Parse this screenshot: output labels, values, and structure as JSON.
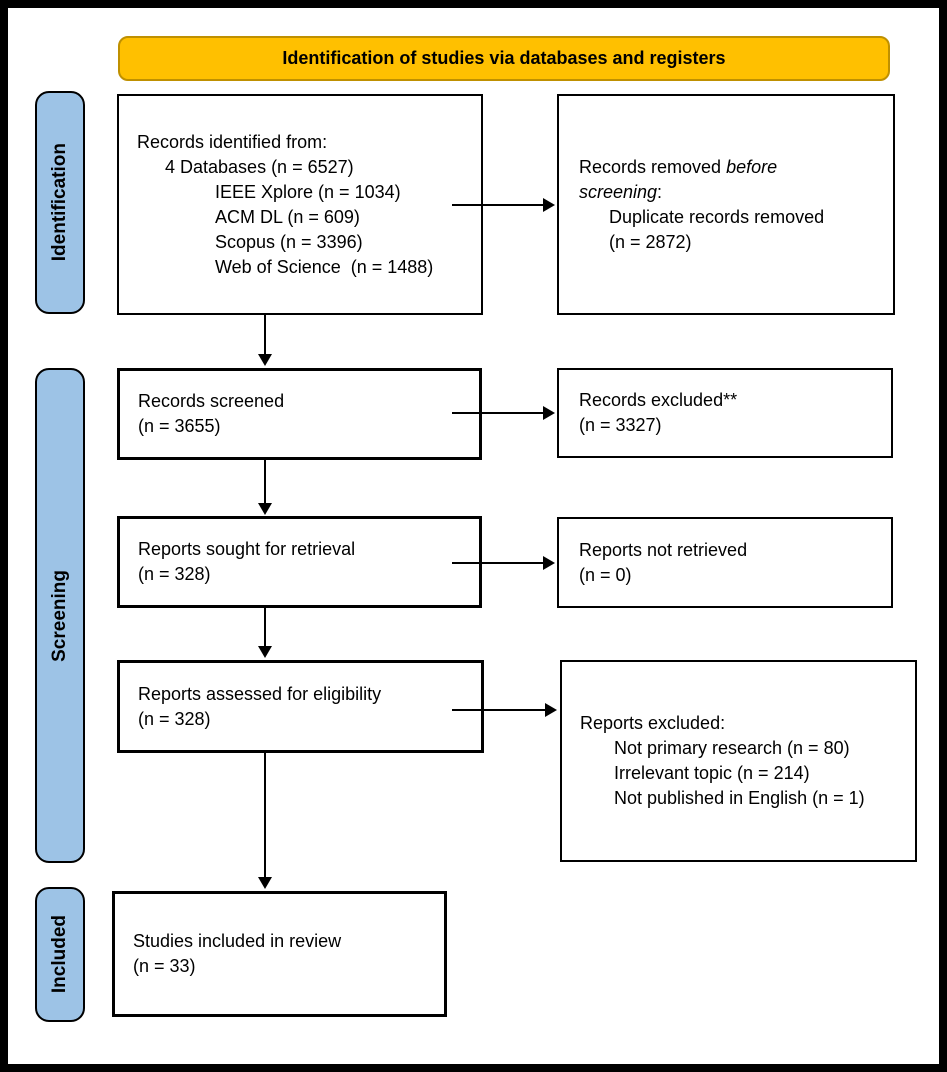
{
  "banner": {
    "label": "Identification of studies via databases and registers"
  },
  "stages": {
    "identification": "Identification",
    "screening": "Screening",
    "included": "Included"
  },
  "colors": {
    "banner_fill": "#FFC000",
    "banner_border": "#BF9000",
    "stage_fill": "#9DC3E6",
    "box_border": "#000000",
    "text": "#000000",
    "background": "#FFFFFF"
  },
  "boxes": {
    "records_identified": {
      "line1": "Records identified from:",
      "line2": "4 Databases (n = 6527)",
      "line3": "IEEE Xplore (n = 1034)",
      "line4": "ACM DL (n = 609)",
      "line5": "Scopus (n = 3396)",
      "line6": "Web of Science  (n = 1488)"
    },
    "records_removed": {
      "line1_normal": "Records removed ",
      "line1_italic": "before",
      "line2_italic": "screening",
      "line2_normal": ":",
      "line3": "Duplicate records removed",
      "line4": "(n = 2872)"
    },
    "records_screened": {
      "line1": "Records screened",
      "line2": "(n = 3655)"
    },
    "records_excluded": {
      "line1": "Records excluded**",
      "line2": "(n = 3327)"
    },
    "reports_sought": {
      "line1": "Reports sought for retrieval",
      "line2": "(n = 328)"
    },
    "reports_not_retrieved": {
      "line1": "Reports not retrieved",
      "line2": "(n = 0)"
    },
    "reports_assessed": {
      "line1": "Reports assessed for eligibility",
      "line2": "(n = 328)"
    },
    "reports_excluded": {
      "line1": "Reports excluded:",
      "line2": "Not primary research (n = 80)",
      "line3": "Irrelevant topic (n = 214)",
      "line4": "Not published in English (n = 1)"
    },
    "studies_included": {
      "line1": "Studies included in review",
      "line2": "(n = 33)"
    }
  }
}
